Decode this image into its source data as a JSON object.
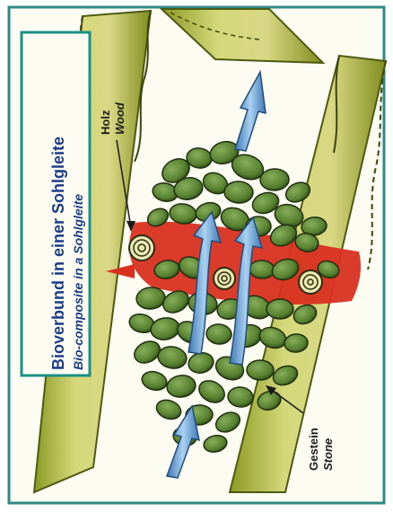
{
  "title": {
    "de": "Bioverbund in einer Sohlgleite",
    "en": "Bio-composite in a Sohlgleite"
  },
  "labels": {
    "wood_de": "Holz",
    "wood_en": "Wood",
    "stone_de": "Gestein",
    "stone_en": "Stone"
  },
  "colors": {
    "frame": "#2f8a86",
    "title_box_border": "#1a8f88",
    "title_text": "#1b3d8a",
    "log_fill": "#c9cf6a",
    "log_edge": "#4e5a12",
    "stone_fill": "#5f8a3a",
    "stone_edge": "#1f2f10",
    "red_band": "#d9301f",
    "flow_arrow": "#6fa6d8",
    "paper": "#fdfcf2"
  },
  "icons": {
    "flow_arrows": "up-arrow-icon",
    "wood_rings": "tree-ring-icon",
    "pointer": "pointer-arrow-icon"
  }
}
